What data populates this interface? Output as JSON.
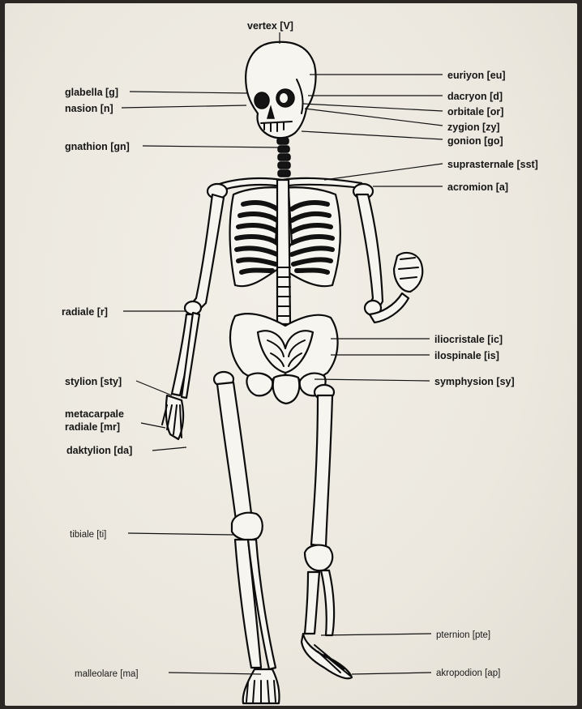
{
  "labels": {
    "vertex": "vertex [V]",
    "euriyon": "euriyon [eu]",
    "glabella": "glabella [g]",
    "dacryon": "dacryon [d]",
    "nasion": "nasion [n]",
    "orbitale": "orbitale [or]",
    "zygion": "zygion [zy]",
    "gonion": "gonion [go]",
    "gnathion": "gnathion [gn]",
    "suprasternale": "suprasternale [sst]",
    "acromion": "acromion [a]",
    "radiale": "radiale [r]",
    "iliocristale": "iliocristale [ic]",
    "ilospinale": "ilospinale [is]",
    "symphysion": "symphysion [sy]",
    "stylion": "stylion [sty]",
    "metacarpale_line1": "metacarpale",
    "metacarpale_line2": "radiale [mr]",
    "daktylion": "daktylion [da]",
    "tibiale": "tibiale [ti]",
    "pternion": "pternion [pte]",
    "malleolare": "malleolare [ma]",
    "akropodion": "akropodion [ap]"
  }
}
